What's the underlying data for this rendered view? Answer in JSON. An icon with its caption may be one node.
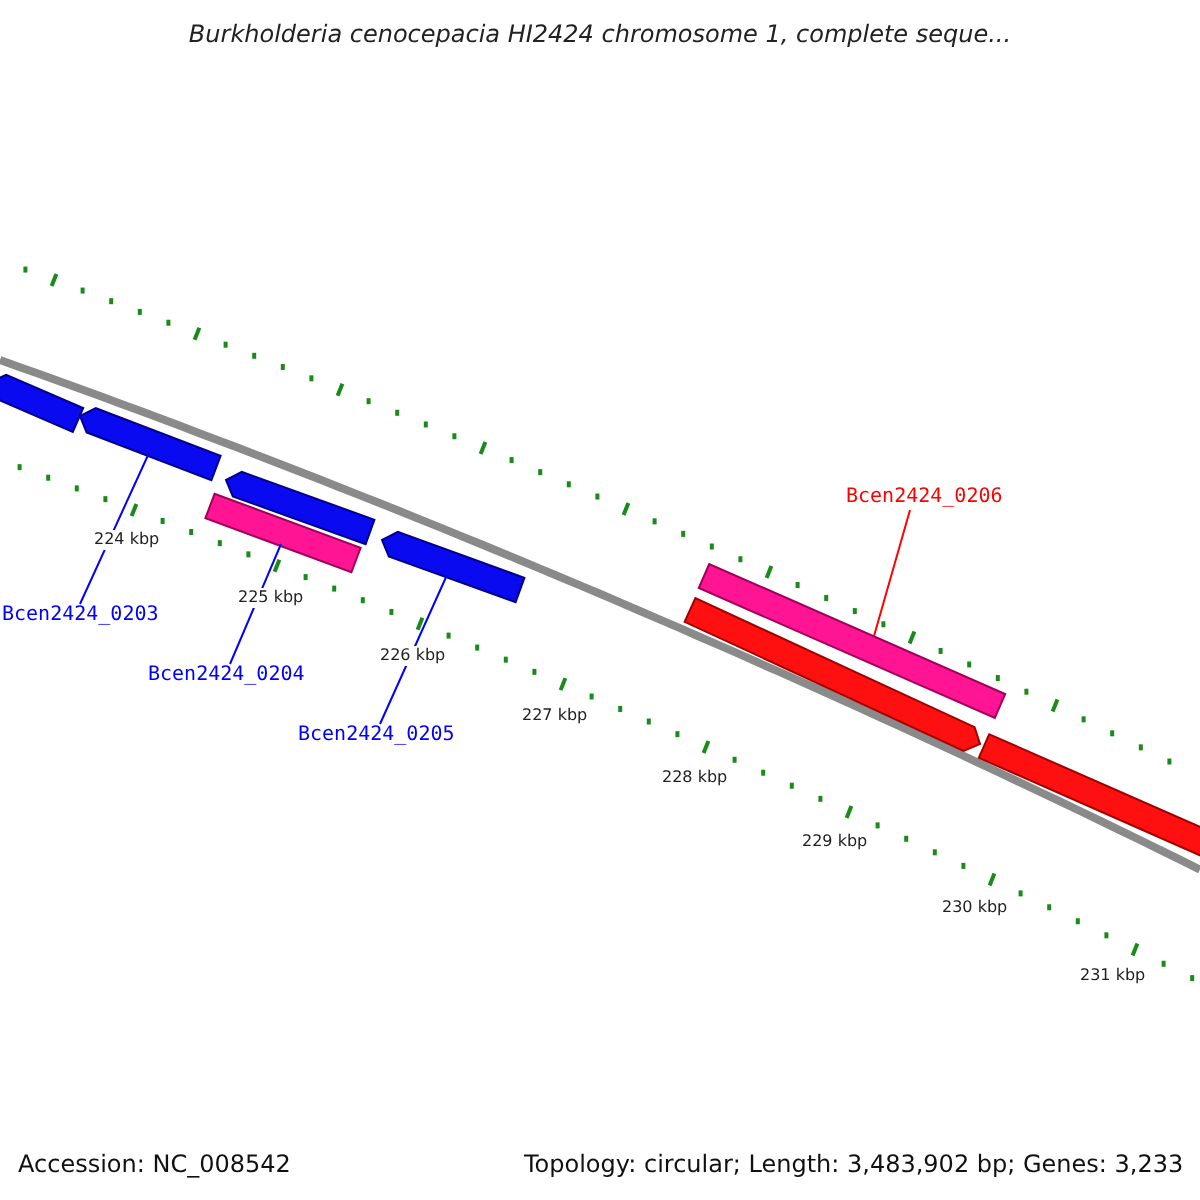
{
  "diagram": {
    "title": "Burkholderia cenocepacia HI2424 chromosome 1, complete seque...",
    "nodes": [
      {
        "text": [
          "Bcen2424_0203"
        ]
      },
      {
        "text": [
          "Bcen2424_0204"
        ]
      },
      {
        "text": [
          "Bcen2424_0205"
        ]
      },
      {
        "text": [
          "Bcen2424_0206"
        ]
      },
      {
        "text": [],
        "shape": "arrow"
      },
      {
        "text": [],
        "shape": "arrow"
      },
      {
        "text": [],
        "shape": "bar"
      },
      {
        "text": [],
        "shape": "arrow"
      },
      {
        "text": [],
        "shape": "arrow"
      },
      {
        "text": [],
        "shape": "arrow"
      },
      {
        "text": [],
        "shape": "bar"
      },
      {
        "text": [],
        "shape": "arrow"
      }
    ],
    "edges": [
      {
        "from": 0,
        "to": 5,
        "arrow": "none"
      },
      {
        "from": 1,
        "to": 6,
        "arrow": "none"
      },
      {
        "from": 2,
        "to": 8,
        "arrow": "none"
      },
      {
        "from": 3,
        "to": 10,
        "arrow": "none",
        "color": "#ff0000"
      }
    ],
    "labels": [
      "224 kbp",
      "225 kbp",
      "226 kbp",
      "227 kbp",
      "228 kbp",
      "229 kbp",
      "230 kbp",
      "231 kbp",
      "Accession: NC_008542",
      "Topology: circular; Length: 3,483,902 bp; Genes: 3,233"
    ]
  }
}
